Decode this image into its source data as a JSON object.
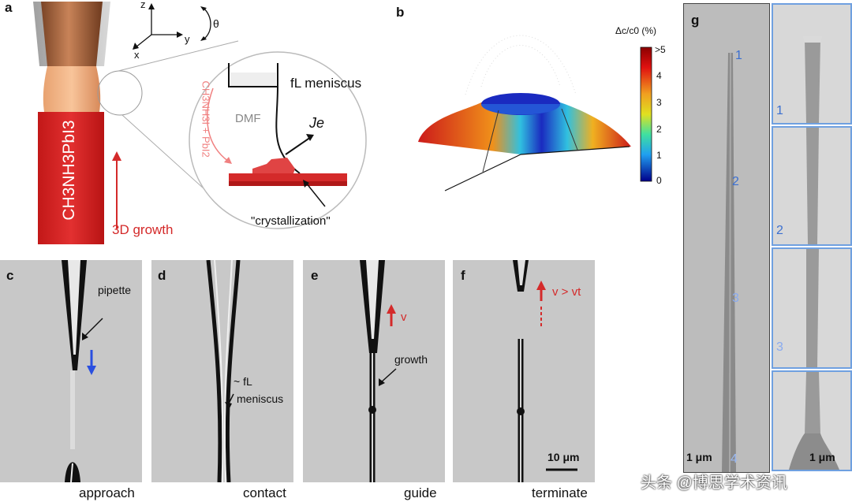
{
  "panels": {
    "a": {
      "letter": "a",
      "axes": {
        "z": "z",
        "x": "x",
        "y": "y",
        "theta": "θ"
      },
      "crystal_label": "CH3NH3PbI3",
      "growth_label": "3D growth",
      "inset": {
        "meniscus_label": "fL meniscus",
        "solvent_label": "DMF",
        "flux_label": "Je",
        "precursor_label": "CH3NH3I + PbI2",
        "crystallization_label": "\"crystallization\""
      }
    },
    "b": {
      "letter": "b",
      "colorbar": {
        "title": "Δc/c0 (%)",
        "ticks": [
          ">5",
          "4",
          "3",
          "2",
          "1",
          "0"
        ]
      }
    },
    "c": {
      "letter": "c",
      "annotation": "pipette",
      "caption": "approach"
    },
    "d": {
      "letter": "d",
      "annotation_line1": "~ fL",
      "annotation_line2": "meniscus",
      "caption": "contact"
    },
    "e": {
      "letter": "e",
      "velocity": "v",
      "annotation": "growth",
      "caption": "guide"
    },
    "f": {
      "letter": "f",
      "velocity": "v > vt",
      "scale_bar": "10 μm",
      "caption": "terminate"
    },
    "g": {
      "letter": "g",
      "markers": [
        "1",
        "2",
        "3",
        "4"
      ],
      "scale_bar_left": "1 μm",
      "scale_bar_right": "1 μm",
      "insets": [
        "1",
        "2",
        "3"
      ]
    }
  },
  "watermark": "头条 @博思学术资讯",
  "colors": {
    "crystal_red": "#d42a2a",
    "pipette_brown": "#a8663e",
    "blue_arrow": "#2a4fe0",
    "sem_border": "#6fa0e0"
  }
}
